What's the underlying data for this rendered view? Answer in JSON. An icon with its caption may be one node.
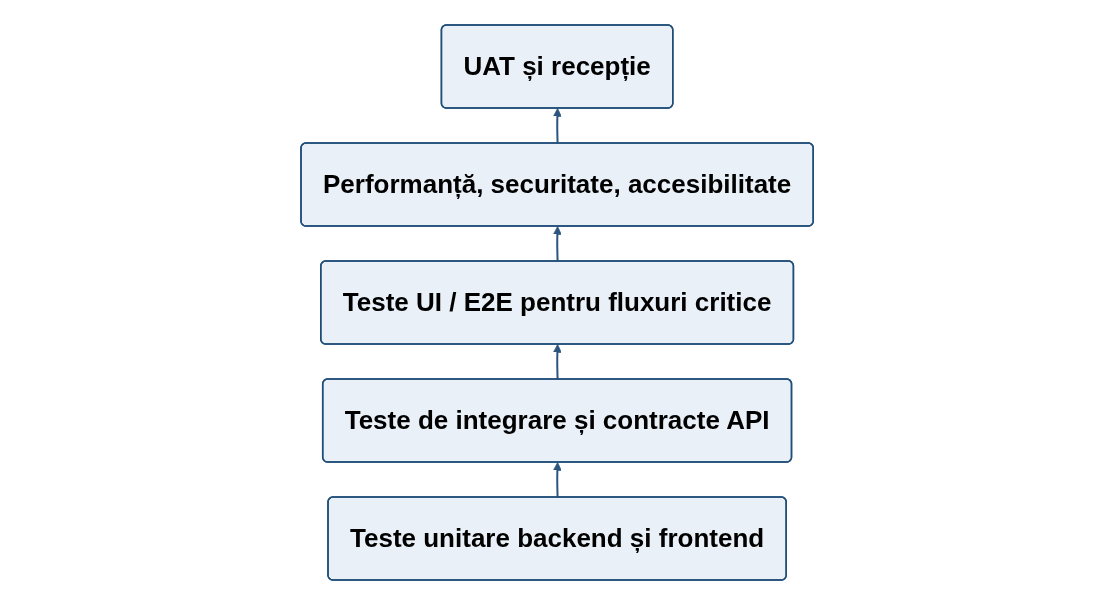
{
  "diagram": {
    "nodes": [
      {
        "text": [
          "UAT și recepție"
        ]
      },
      {
        "text": [
          "Performanță, securitate, accesibilitate"
        ]
      },
      {
        "text": [
          "Teste UI / E2E pentru fluxuri critice"
        ]
      },
      {
        "text": [
          "Teste de integrare și contracte API"
        ]
      },
      {
        "text": [
          "Teste unitare backend și frontend"
        ]
      }
    ],
    "edges": [
      {
        "from": 4,
        "to": 3,
        "arrow": "to"
      },
      {
        "from": 3,
        "to": 2,
        "arrow": "to"
      },
      {
        "from": 2,
        "to": 1,
        "arrow": "to"
      },
      {
        "from": 1,
        "to": 0,
        "arrow": "to"
      }
    ]
  }
}
